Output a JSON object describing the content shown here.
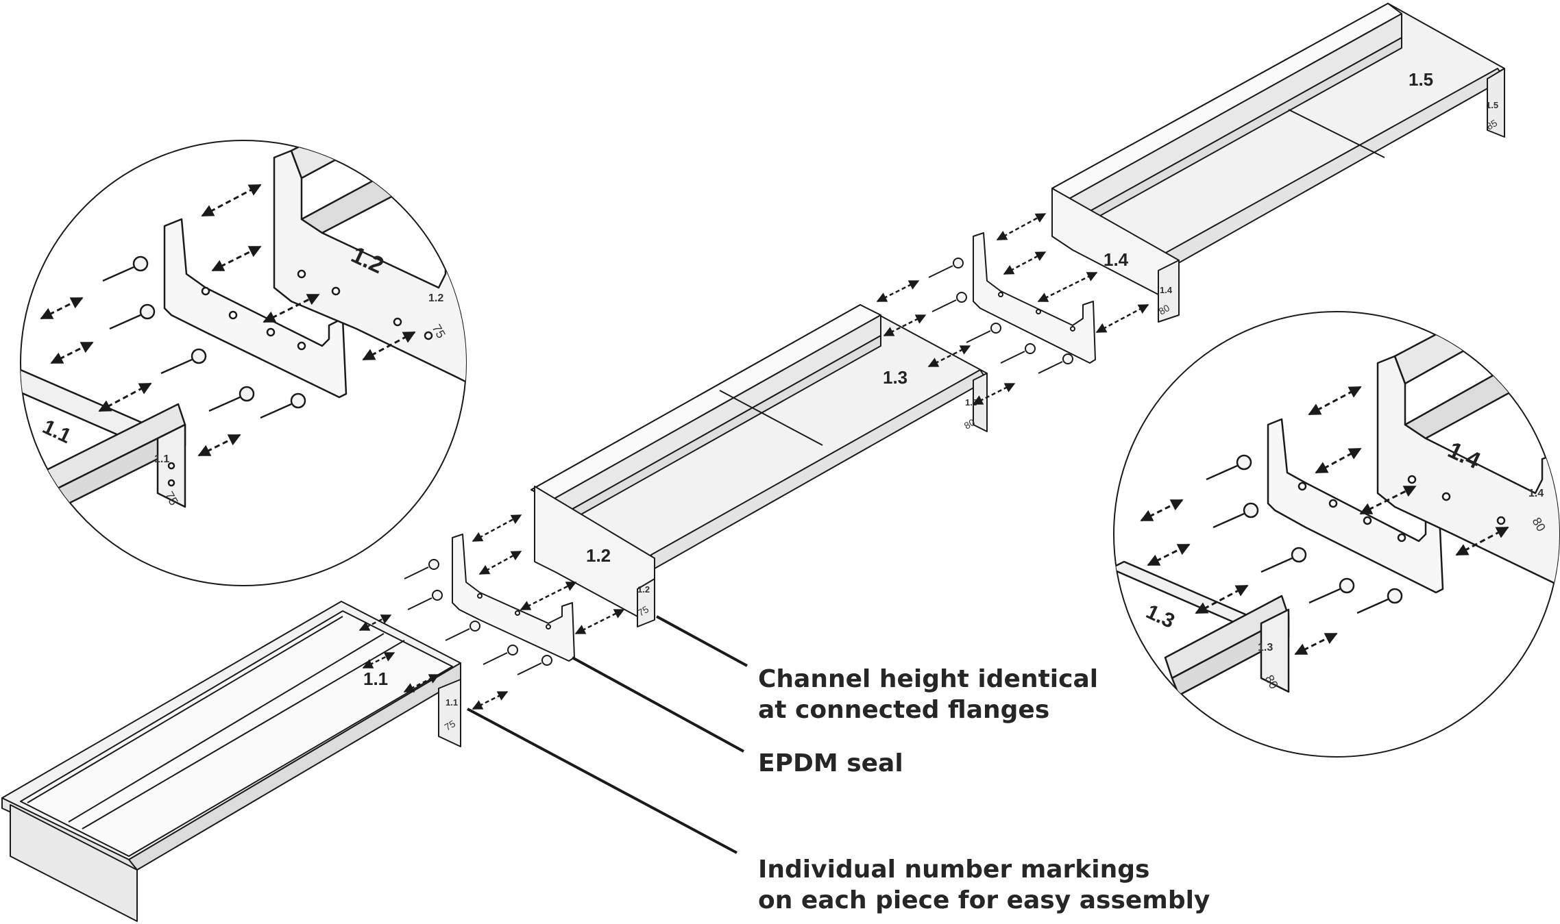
{
  "callouts": [
    {
      "line1": "Channel height identical",
      "line2": "at connected flanges"
    },
    {
      "line1": "EPDM seal",
      "line2": ""
    },
    {
      "line1": "Individual number markings",
      "line2": "on each piece for easy assembly"
    }
  ],
  "segments": [
    {
      "id": "1.1",
      "flange_code": "1.1",
      "height": "75"
    },
    {
      "id": "1.2",
      "flange_code": "1.2",
      "height": "75"
    },
    {
      "id": "1.3",
      "flange_code": "1.3",
      "height": "80"
    },
    {
      "id": "1.4",
      "flange_code": "1.4",
      "height": "80"
    },
    {
      "id": "1.5",
      "flange_code": "1.5",
      "height": "85"
    }
  ],
  "detail_left": {
    "labels": [
      "1.1",
      "1.2"
    ],
    "flange_a": {
      "code": "1.1",
      "height": "75"
    },
    "flange_b": {
      "code": "1.2",
      "height": "75"
    }
  },
  "detail_right": {
    "labels": [
      "1.3",
      "1.4"
    ],
    "flange_a": {
      "code": "1.3",
      "height": "80"
    },
    "flange_b": {
      "code": "1.4",
      "height": "80"
    }
  },
  "colors": {
    "line": "#1a1a1a",
    "fill": "#f2f2f2",
    "panel": "#e6e6e6"
  }
}
